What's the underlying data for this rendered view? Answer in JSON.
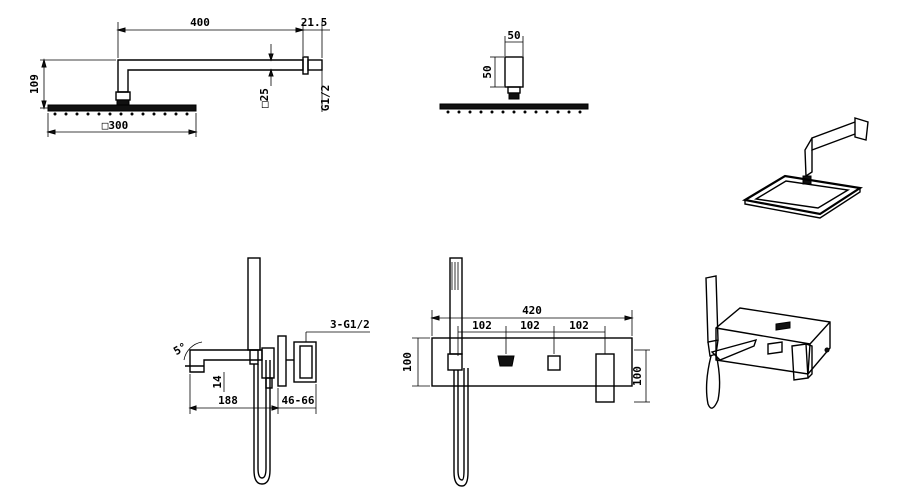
{
  "dimensions": {
    "arm_length": "400",
    "wall_flange": "21.5",
    "drop_height": "109",
    "arm_square": "□25",
    "arm_thread": "G1/2",
    "head_size": "□300",
    "ceiling_arm_width": "50",
    "ceiling_arm_height": "50",
    "spout_angle": "5°",
    "spout_height": "14",
    "spout_projection": "188",
    "body_depth": "46-66",
    "valve_connections": "3-G1/2",
    "panel_length": "420",
    "spacing_1": "102",
    "spacing_2": "102",
    "spacing_3": "102",
    "panel_height_left": "100",
    "panel_height_right": "100"
  },
  "colors": {
    "line": "#000000",
    "background": "#ffffff"
  }
}
